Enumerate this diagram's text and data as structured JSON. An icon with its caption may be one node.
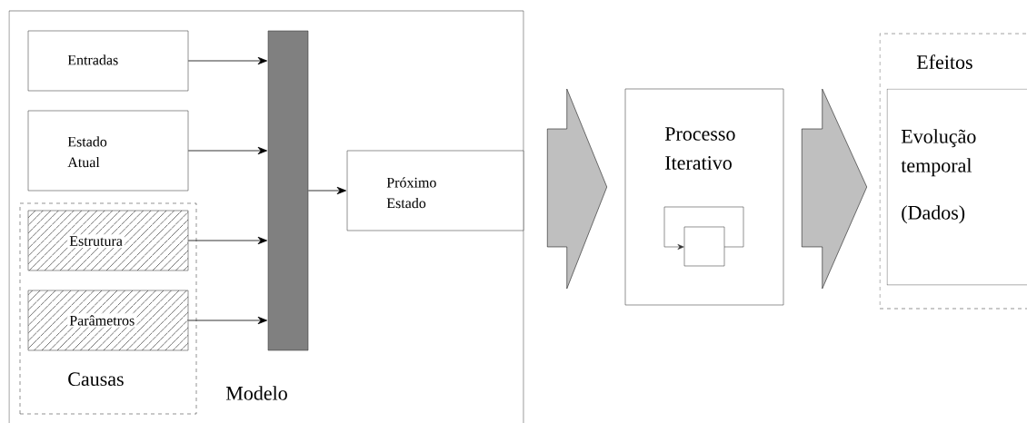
{
  "diagram": {
    "nodes": [
      {
        "text": [
          "Modelo"
        ]
      },
      {
        "text": [
          "Entradas"
        ],
        "in": 0
      },
      {
        "text": [
          "Estado Atual"
        ],
        "in": 0
      },
      {
        "text": [
          "Causas"
        ],
        "in": 0
      },
      {
        "text": [
          "Estrutura"
        ],
        "in": 3
      },
      {
        "text": [
          "Parâmetros"
        ],
        "in": 3
      },
      {
        "text": [],
        "shape": "bar",
        "in": 0
      },
      {
        "text": [
          "Próximo Estado"
        ],
        "in": 0
      },
      {
        "text": [
          "Processo Iterativo"
        ]
      },
      {
        "text": [
          "Efeitos"
        ]
      },
      {
        "text": [
          "Evolução temporal",
          "(Dados)"
        ],
        "in": 9
      }
    ],
    "edges": [
      {
        "from": 1,
        "to": 6,
        "arrow": "to"
      },
      {
        "from": 2,
        "to": 6,
        "arrow": "to"
      },
      {
        "from": 4,
        "to": 6,
        "arrow": "to"
      },
      {
        "from": 5,
        "to": 6,
        "arrow": "to"
      },
      {
        "from": 6,
        "to": 7,
        "arrow": "to"
      },
      {
        "from": 0,
        "to": 8,
        "arrow": "to"
      },
      {
        "from": 8,
        "to": 9,
        "arrow": "to"
      }
    ]
  }
}
